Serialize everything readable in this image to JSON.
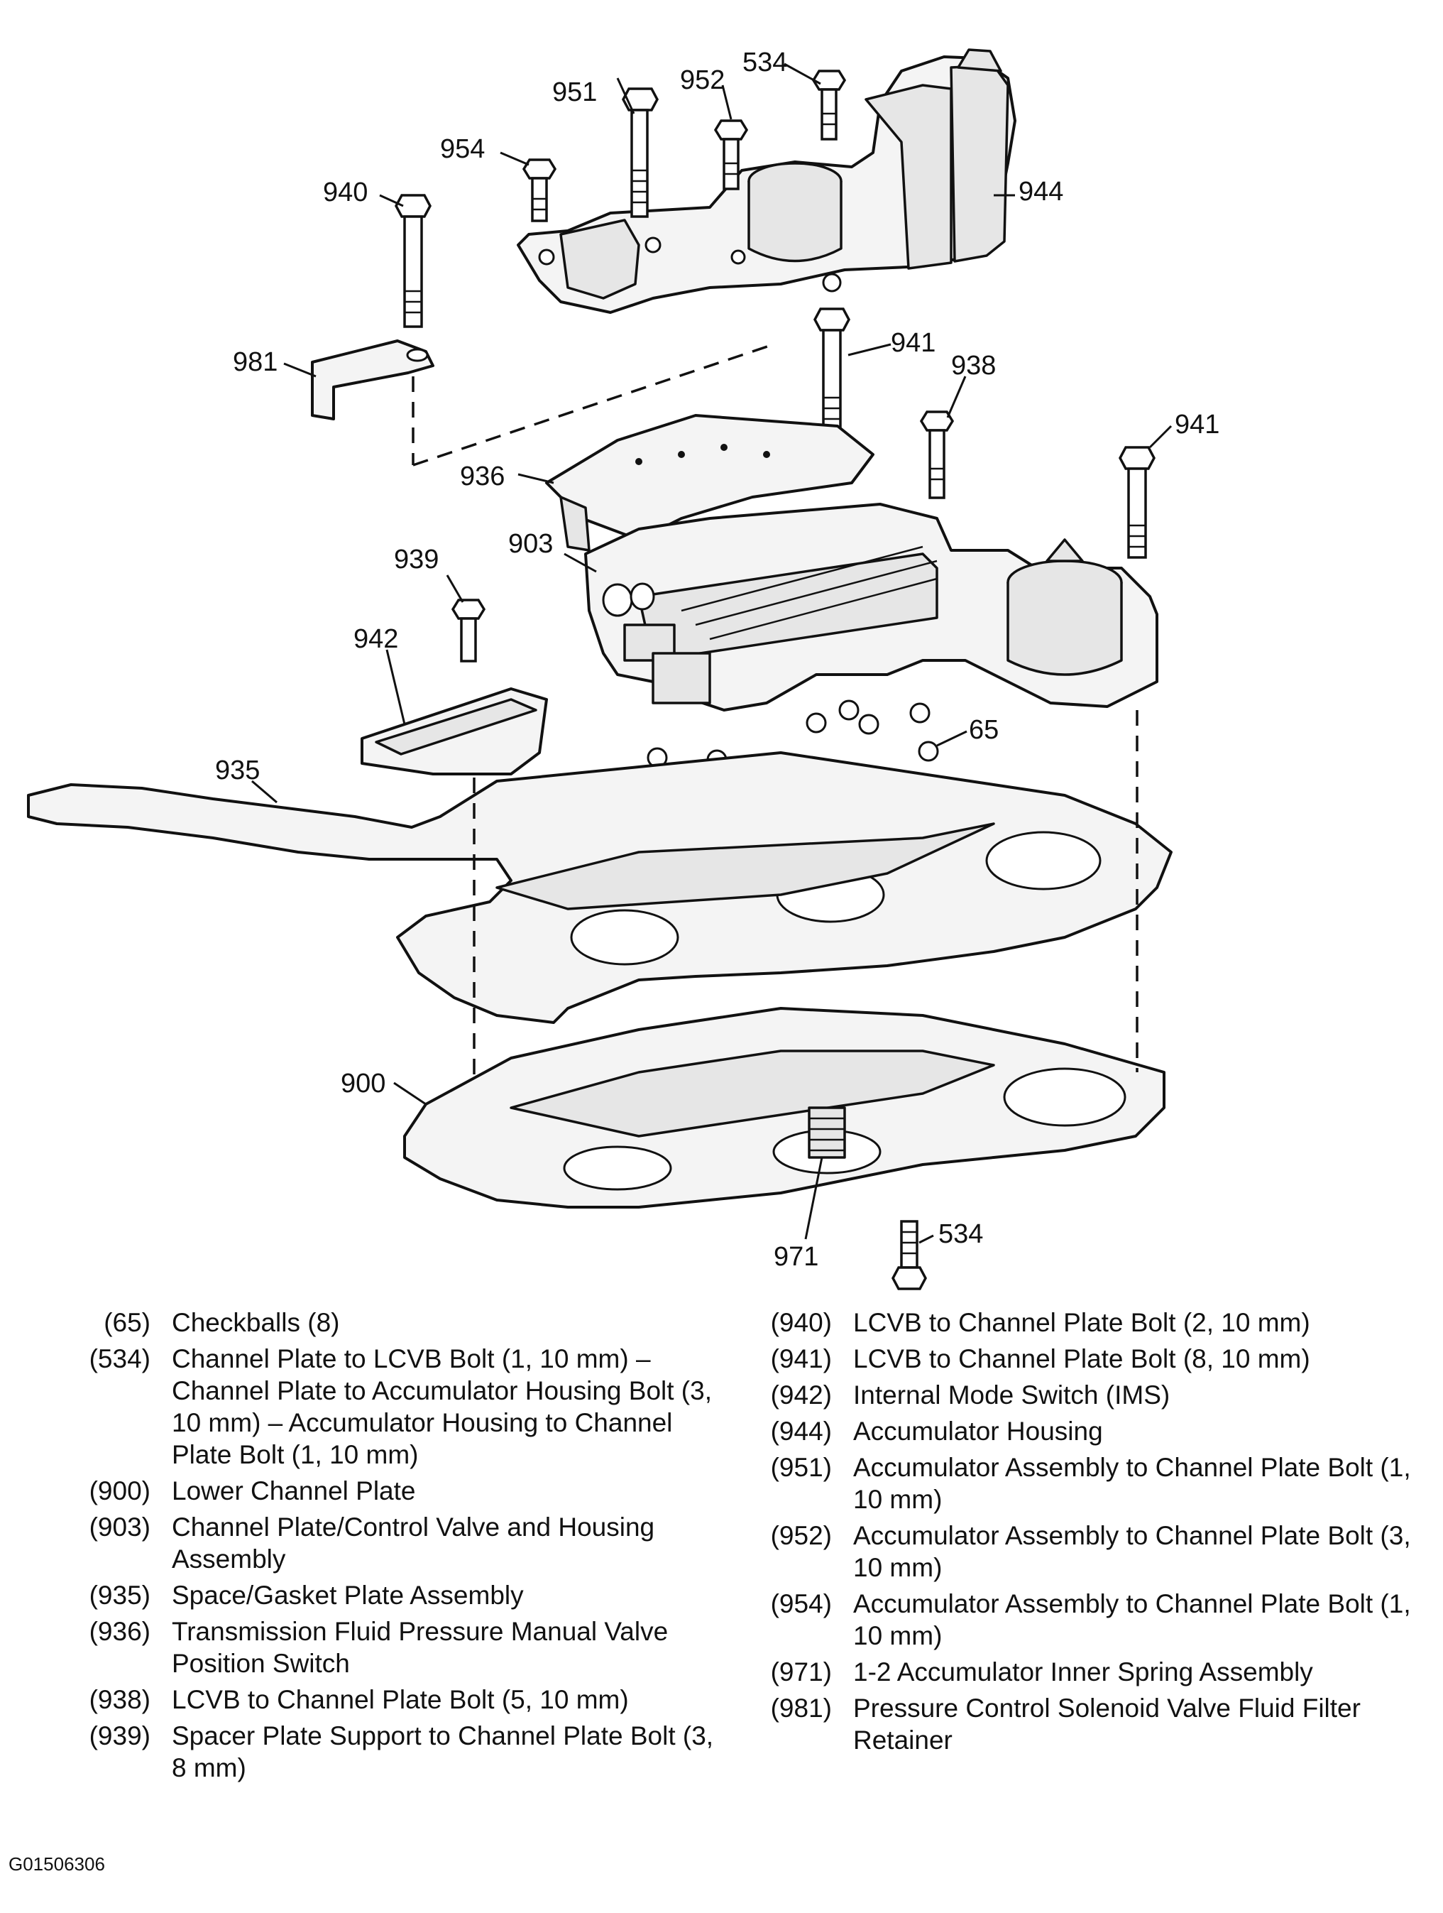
{
  "callouts": {
    "c951": "951",
    "c952": "952",
    "c534_top": "534",
    "c954": "954",
    "c940": "940",
    "c944": "944",
    "c981": "981",
    "c941_a": "941",
    "c938": "938",
    "c941_b": "941",
    "c936": "936",
    "c903": "903",
    "c939": "939",
    "c942": "942",
    "c65": "65",
    "c935": "935",
    "c900": "900",
    "c534_bot": "534",
    "c971": "971"
  },
  "legend": {
    "left": [
      {
        "num": "(65)",
        "desc": "Checkballs (8)"
      },
      {
        "num": "(534)",
        "desc": "Channel Plate to LCVB Bolt (1, 10 mm) – Channel Plate to Accumulator Housing Bolt (3, 10 mm) – Accumulator Housing to Channel Plate Bolt (1, 10 mm)"
      },
      {
        "num": "(900)",
        "desc": "Lower Channel Plate"
      },
      {
        "num": "(903)",
        "desc": "Channel Plate/Control Valve and Housing Assembly"
      },
      {
        "num": "(935)",
        "desc": "Space/Gasket Plate Assembly"
      },
      {
        "num": "(936)",
        "desc": "Transmission Fluid Pressure Manual Valve Position Switch"
      },
      {
        "num": "(938)",
        "desc": "LCVB to Channel Plate Bolt (5, 10 mm)"
      },
      {
        "num": "(939)",
        "desc": "Spacer Plate Support to Channel Plate Bolt (3, 8 mm)"
      }
    ],
    "right": [
      {
        "num": "(940)",
        "desc": "LCVB to Channel Plate Bolt (2, 10 mm)"
      },
      {
        "num": "(941)",
        "desc": "LCVB to Channel Plate Bolt (8, 10 mm)"
      },
      {
        "num": "(942)",
        "desc": "Internal Mode Switch (IMS)"
      },
      {
        "num": "(944)",
        "desc": "Accumulator Housing"
      },
      {
        "num": "(951)",
        "desc": "Accumulator Assembly to Channel Plate Bolt (1, 10 mm)"
      },
      {
        "num": "(952)",
        "desc": "Accumulator Assembly to Channel Plate Bolt (3, 10 mm)"
      },
      {
        "num": "(954)",
        "desc": "Accumulator Assembly to Channel Plate Bolt (1, 10 mm)"
      },
      {
        "num": "(971)",
        "desc": "1-2 Accumulator Inner Spring Assembly"
      },
      {
        "num": "(981)",
        "desc": "Pressure Control Solenoid Valve Fluid Filter Retainer"
      }
    ]
  },
  "figure_id": "G01506306"
}
